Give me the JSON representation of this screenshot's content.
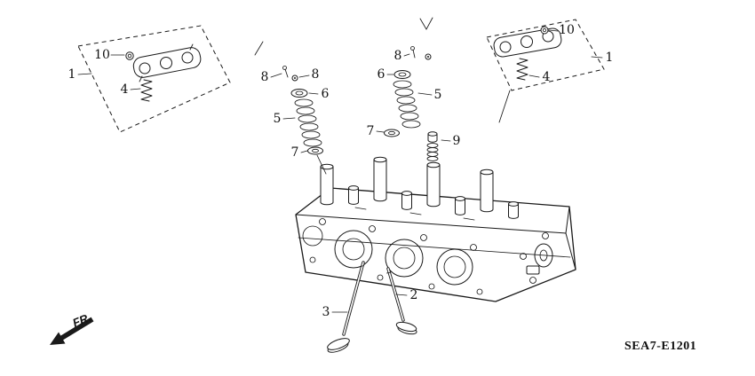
{
  "page": {
    "background": "#ffffff",
    "line_color": "#1a1a1a"
  },
  "diagram": {
    "code": "SEA7-E1201",
    "fr_label": "FR.",
    "callouts": {
      "rocker_left": {
        "nut": "10",
        "assembly": "1",
        "spring": "4"
      },
      "valvetrain_left": {
        "cotter_a": "8",
        "cotter_b": "8",
        "retainer": "6",
        "valve_spring": "5",
        "spring_seat": "7"
      },
      "valvetrain_right": {
        "cotter": "8",
        "retainer": "6",
        "valve_spring": "5",
        "spring_seat": "7",
        "stem_seal": "9"
      },
      "rocker_right": {
        "nut": "10",
        "assembly": "1",
        "spring": "4"
      },
      "valves": {
        "valve_2": "2",
        "valve_3": "3"
      }
    }
  }
}
